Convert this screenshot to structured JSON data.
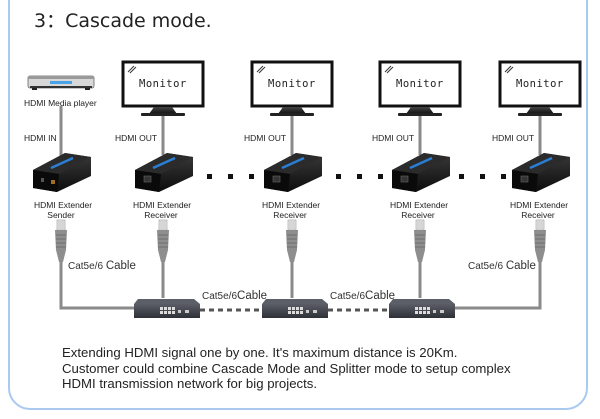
{
  "title": "3：Cascade mode.",
  "source": {
    "device_label": "HDMI Media player",
    "connection_label": "HDMI IN",
    "extender_label_line1": "HDMI Extender",
    "extender_label_line2": "Sender"
  },
  "receivers": [
    {
      "monitor_text": "Monitor",
      "connection_label": "HDMI OUT",
      "label_line1": "HDMI Extender",
      "label_line2": "Receiver"
    },
    {
      "monitor_text": "Monitor",
      "connection_label": "HDMI OUT",
      "label_line1": "HDMI Extender",
      "label_line2": "Receiver"
    },
    {
      "monitor_text": "Monitor",
      "connection_label": "HDMI OUT",
      "label_line1": "HDMI Extender",
      "label_line2": "Receiver"
    },
    {
      "monitor_text": "Monitor",
      "connection_label": "HDMI OUT",
      "label_line1": "HDMI Extender",
      "label_line2": "Receiver"
    }
  ],
  "cables": {
    "left": {
      "prefix": "Cat5e/6",
      "suffix": "Cable"
    },
    "right": {
      "prefix": "Cat5e/6",
      "suffix": "Cable"
    },
    "link1": {
      "prefix": "Cat5e/6",
      "suffix": "Cable"
    },
    "link2": {
      "prefix": "Cat5e/6",
      "suffix": "Cable"
    }
  },
  "description": [
    "Extending HDMI signal one by one. It's maximum distance is 20Km.",
    "Customer could combine Cascade Mode and Splitter mode to setup complex",
    "HDMI transmission network for big projects."
  ],
  "colors": {
    "frame_border": "#a9c9ef",
    "cable": "#8a8a8a",
    "device_body": "#1a1a1a",
    "accent_blue": "#2a7fd4",
    "switch_body": "#3b3d45"
  }
}
